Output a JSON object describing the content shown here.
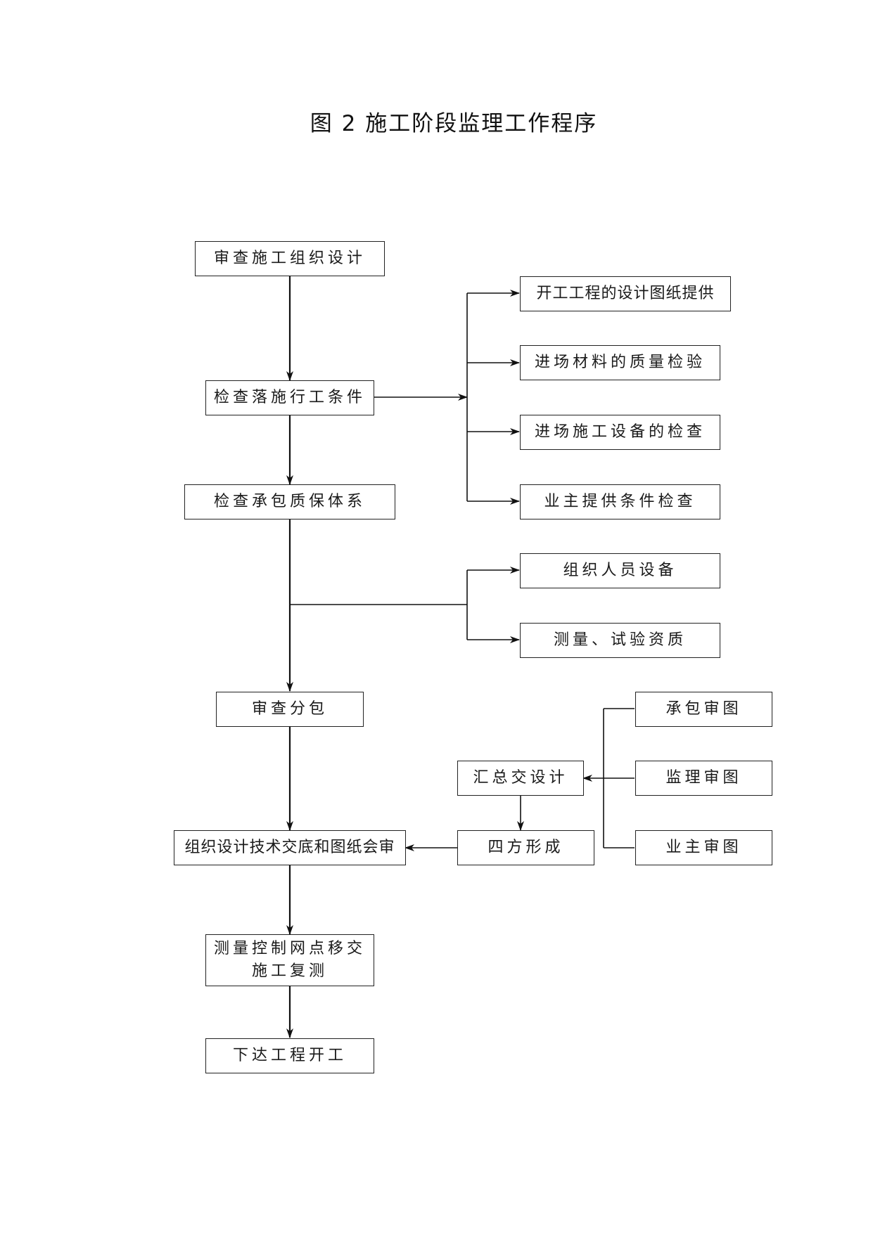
{
  "title": "图 2  施工阶段监理工作程序",
  "main": {
    "review_design": "审查施工组织设计",
    "check_conditions": "检查落施行工条件",
    "check_qa": "检查承包质保体系",
    "review_subcontract": "审查分包",
    "tech_briefing": "组织设计技术交底和图纸会审",
    "survey_handover": "测量控制网点移交\n施工复测",
    "issue_start": "下达工程开工"
  },
  "conditions": {
    "drawings": "开工工程的设计图纸提供",
    "materials": "进场材料的质量检验",
    "equipment": "进场施工设备的检查",
    "owner": "业主提供条件检查"
  },
  "qa": {
    "personnel": "组织人员设备",
    "qualification": "测量、试验资质"
  },
  "drawing_review": {
    "summary": "汇总交设计",
    "four_party": "四方形成",
    "contractor": "承包审图",
    "supervisor": "监理审图",
    "owner": "业主审图"
  }
}
